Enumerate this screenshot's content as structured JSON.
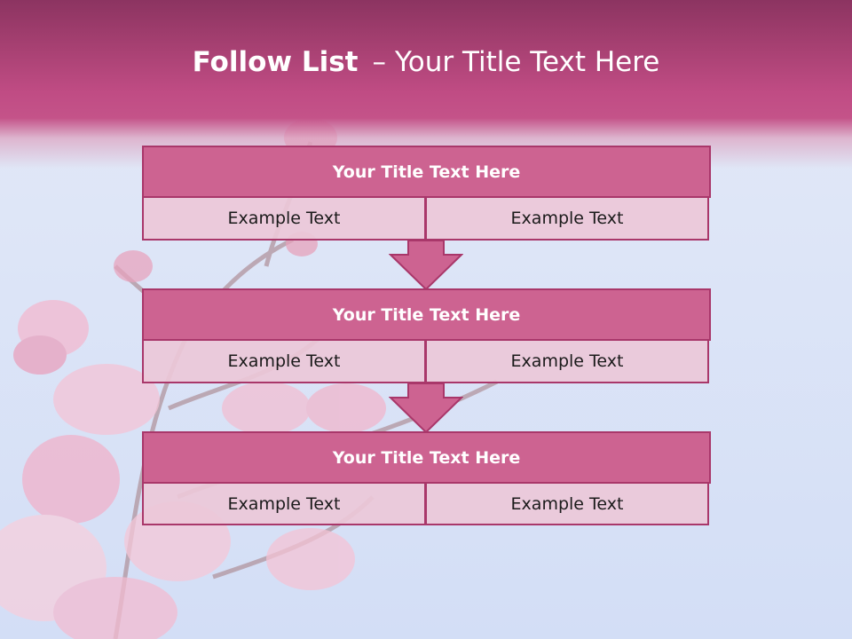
{
  "slide": {
    "title_bold": "Follow List",
    "title_sep": "–",
    "title_rest": "Your Title Text Here"
  },
  "blocks": [
    {
      "title": "Your Title Text Here",
      "left": "Example Text",
      "right": "Example Text"
    },
    {
      "title": "Your Title Text Here",
      "left": "Example Text",
      "right": "Example Text"
    },
    {
      "title": "Your Title Text Here",
      "left": "Example Text",
      "right": "Example Text"
    }
  ],
  "colors": {
    "header": "#c04c84",
    "block_title_fill": "#cd6391",
    "block_border": "#a9376a",
    "cell_fill": "#ecc8d8",
    "arrow_fill": "#cd6391"
  }
}
